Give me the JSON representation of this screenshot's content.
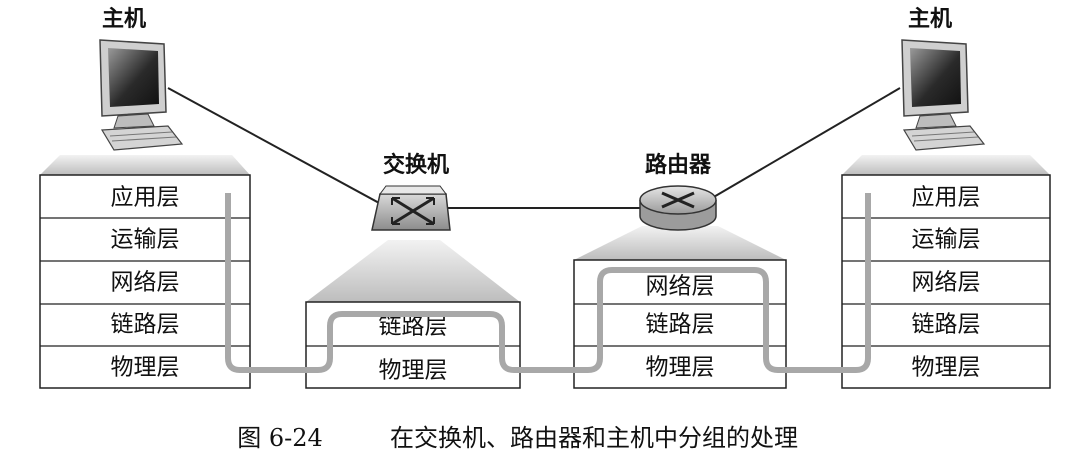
{
  "devices": {
    "host_left": "主机",
    "host_right": "主机",
    "switch": "交换机",
    "router": "路由器"
  },
  "stacks": {
    "host_left": [
      "应用层",
      "运输层",
      "网络层",
      "链路层",
      "物理层"
    ],
    "switch": [
      "链路层",
      "物理层"
    ],
    "router": [
      "网络层",
      "链路层",
      "物理层"
    ],
    "host_right": [
      "应用层",
      "运输层",
      "网络层",
      "链路层",
      "物理层"
    ]
  },
  "caption": {
    "figure_number": "图 6-24",
    "text": "在交换机、路由器和主机中分组的处理"
  }
}
